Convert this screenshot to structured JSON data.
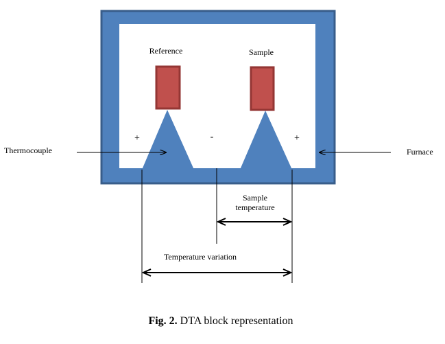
{
  "labels": {
    "reference": "Reference",
    "sample": "Sample",
    "thermocouple": "Thermocouple",
    "furnace": "Furnace",
    "sign_left": "+",
    "sign_middle": "-",
    "sign_right": "+",
    "sample_temperature_line1": "Sample",
    "sample_temperature_line2": "temperature",
    "temperature_variation": "Temperature variation"
  },
  "caption": {
    "bold": "Fig. 2.",
    "text": " DTA block representation"
  },
  "colors": {
    "furnace_blue": "#4f81bd",
    "furnace_border": "#385d8a",
    "crucible_fill": "#c0504d",
    "crucible_border": "#943634"
  }
}
